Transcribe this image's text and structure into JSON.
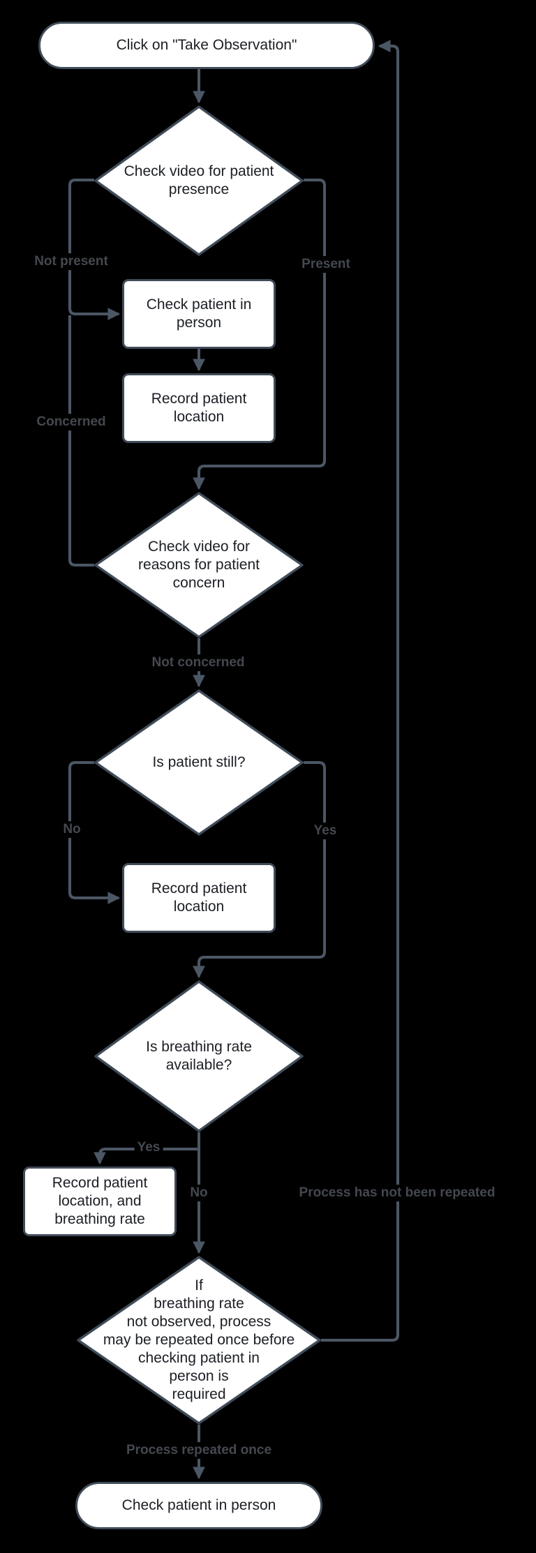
{
  "diagram": {
    "title_hint": "Take Observation flowchart",
    "colors": {
      "background": "#000000",
      "node_fill": "#ffffff",
      "node_border": "#414c59",
      "edge_line": "#4c5765",
      "edge_label_text": "#44484f",
      "node_text": "#1b1e24"
    },
    "nodes": {
      "start": {
        "type": "terminator",
        "label": "Click on \"Take Observation\""
      },
      "presence_decision": {
        "type": "decision",
        "label": "Check video for patient\npresence"
      },
      "check_in_person": {
        "type": "process",
        "label": "Check patient in\nperson"
      },
      "record_location_1": {
        "type": "process",
        "label": "Record patient\nlocation"
      },
      "concern_decision": {
        "type": "decision",
        "label": "Check video for\nreasons for patient\nconcern"
      },
      "still_decision": {
        "type": "decision",
        "label": "Is patient still?"
      },
      "record_location_2": {
        "type": "process",
        "label": "Record patient\nlocation"
      },
      "breathing_decision": {
        "type": "decision",
        "label": "Is breathing rate\navailable?"
      },
      "record_location_breathing": {
        "type": "process",
        "label": "Record patient\nlocation, and\nbreathing rate"
      },
      "repeat_decision": {
        "type": "decision",
        "label": "If\nbreathing rate\nnot observed, process\nmay be repeated once before\nchecking patient in\nperson is\nrequired"
      },
      "end_check_in_person": {
        "type": "terminator",
        "label": "Check patient in person"
      }
    },
    "edge_labels": {
      "not_present": "Not present",
      "present": "Present",
      "concerned": "Concerned",
      "not_concerned": "Not concerned",
      "no_still": "No",
      "yes_still": "Yes",
      "yes_breathing": "Yes",
      "no_breathing": "No",
      "process_not_repeated": "Process has not been repeated",
      "process_repeated_once": "Process repeated once"
    }
  }
}
